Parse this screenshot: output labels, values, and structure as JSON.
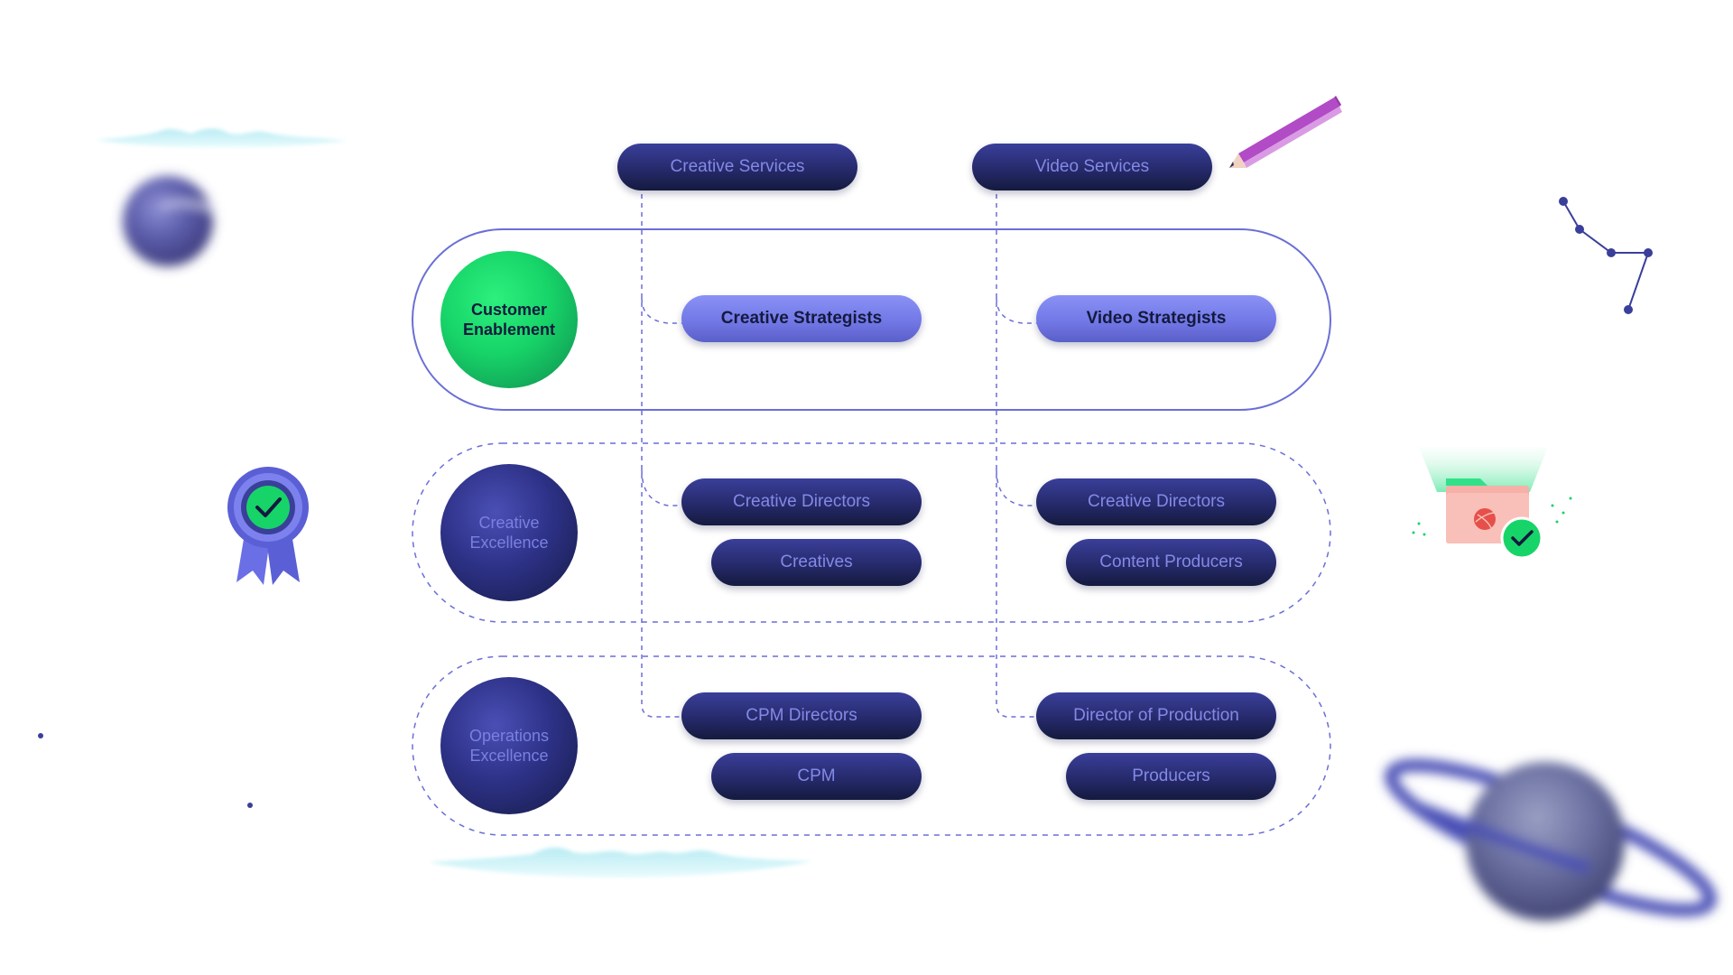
{
  "diagram": {
    "top_headers": [
      {
        "id": "creative-services",
        "label": "Creative Services"
      },
      {
        "id": "video-services",
        "label": "Video Services"
      }
    ],
    "groups": [
      {
        "id": "customer-enablement",
        "label": "Customer Enablement",
        "style": "solid",
        "circle_color": "green",
        "creative_column": [
          "Creative Strategists"
        ],
        "video_column": [
          "Video Strategists"
        ]
      },
      {
        "id": "creative-excellence",
        "label": "Creative Excellence",
        "style": "dashed",
        "circle_color": "navy",
        "creative_column": [
          "Creative Directors",
          "Creatives"
        ],
        "video_column": [
          "Creative Directors",
          "Content Producers"
        ]
      },
      {
        "id": "operations-excellence",
        "label": "Operations Excellence",
        "style": "dashed",
        "circle_color": "navy",
        "creative_column": [
          "CPM Directors",
          "CPM"
        ],
        "video_column": [
          "Director of Production",
          "Producers"
        ]
      }
    ]
  },
  "colors": {
    "navy": "#262a6b",
    "navy_text": "#8389e6",
    "periwinkle": "#7278e6",
    "green": "#17d468",
    "outline": "#6a6fd6",
    "connector": "#6a6fd6"
  },
  "decorations": [
    {
      "name": "cloud-icon"
    },
    {
      "name": "planet-icon"
    },
    {
      "name": "award-ribbon-icon"
    },
    {
      "name": "pencil-icon"
    },
    {
      "name": "constellation-icon"
    },
    {
      "name": "folder-check-icon"
    },
    {
      "name": "ringed-planet-icon"
    }
  ]
}
